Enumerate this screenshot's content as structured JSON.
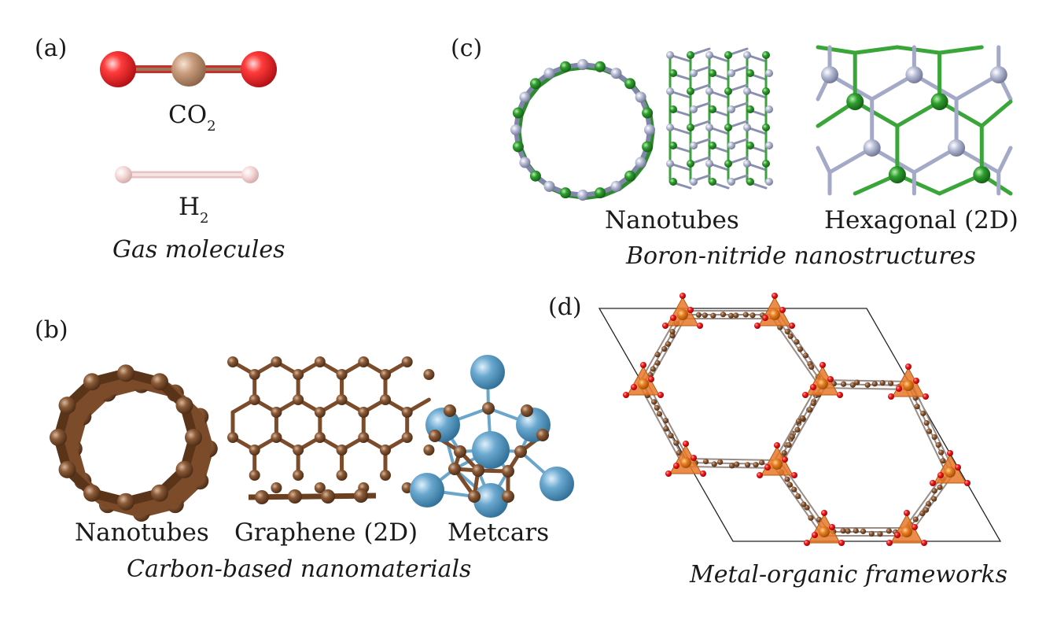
{
  "panels": {
    "a": {
      "label": "(a)",
      "co2_main": "CO",
      "co2_sub": "2",
      "h2_main": "H",
      "h2_sub": "2",
      "caption": "Gas molecules"
    },
    "b": {
      "label": "(b)",
      "items": [
        "Nanotubes",
        "Graphene (2D)",
        "Metcars"
      ],
      "caption": "Carbon-based nanomaterials"
    },
    "c": {
      "label": "(c)",
      "items": [
        "Nanotubes",
        "Hexagonal (2D)"
      ],
      "caption": "Boron-nitride nanostructures"
    },
    "d": {
      "label": "(d)",
      "caption": "Metal-organic frameworks"
    }
  },
  "colors": {
    "oxygen": "#e8252b",
    "carbon_co2": "#c59a7a",
    "hydrogen": "#f2d1d1",
    "carbon": "#7a4a2a",
    "metal": "#5f9fc6",
    "boron": "#2f9a2f",
    "nitrogen": "#a9aecb",
    "metal_node": "#e8781f",
    "bond_grey": "#8f8f8f"
  }
}
